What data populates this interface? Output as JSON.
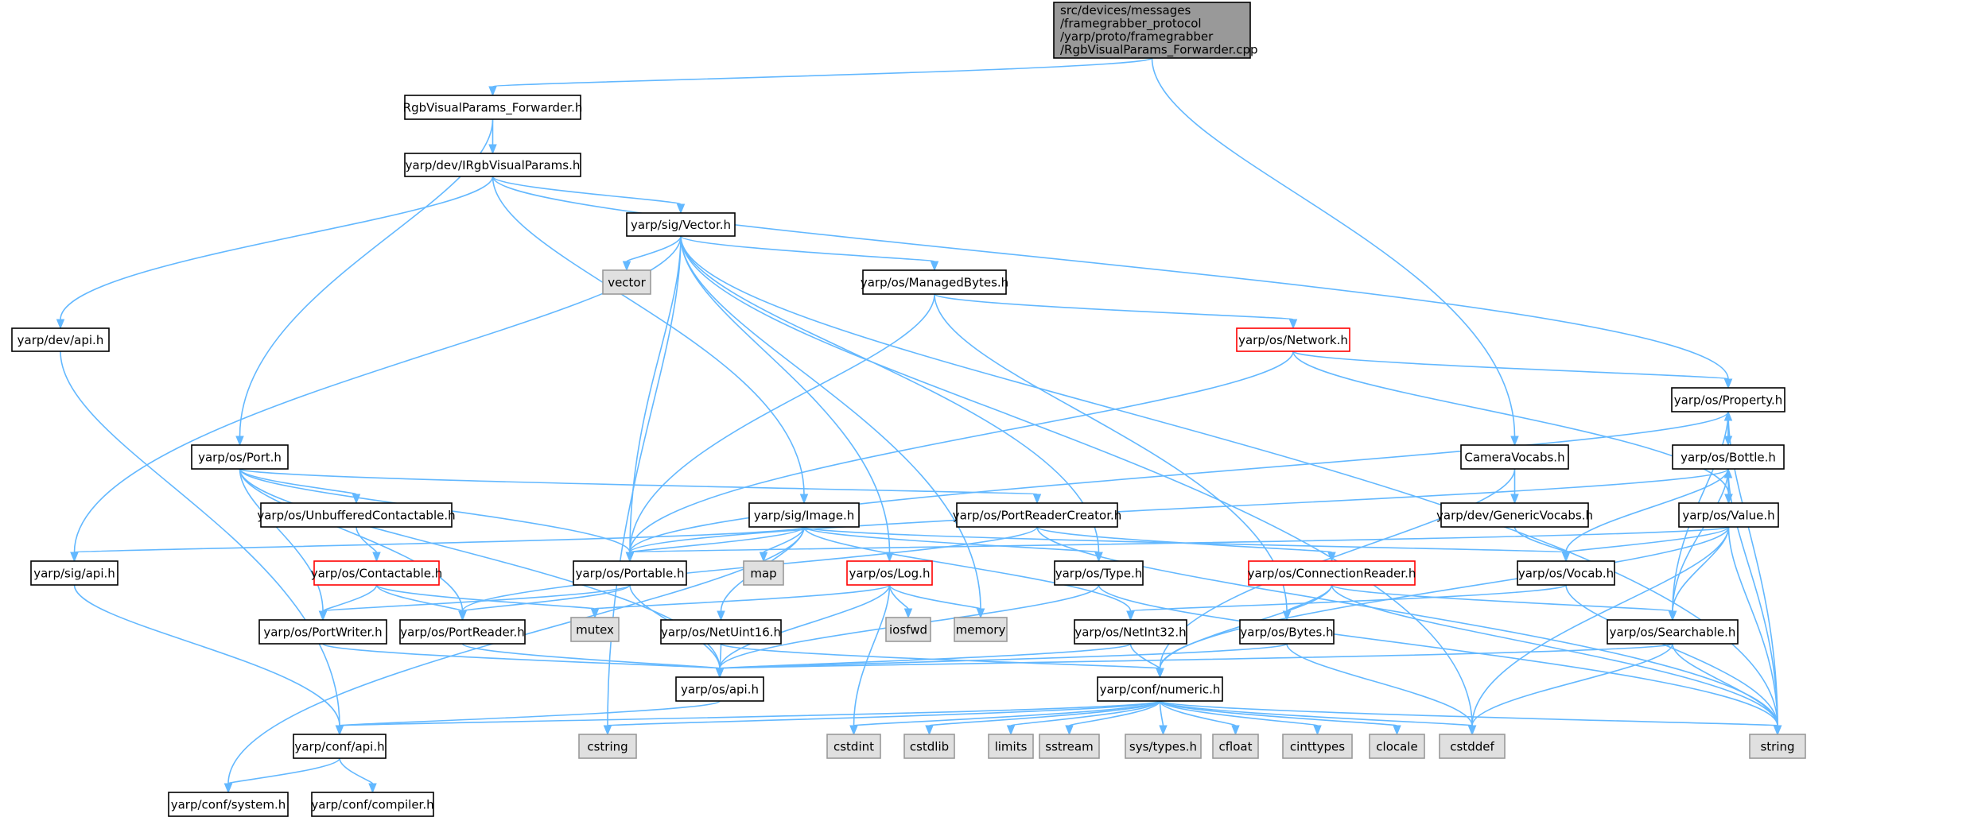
{
  "colors": {
    "edge": "#63b8ff",
    "root_fill": "#999999",
    "node_fill": "#ffffff",
    "node_border": "#000000",
    "system_fill": "#e0e0e0",
    "system_border": "#999999",
    "truncated_border": "#ff0000"
  },
  "nodes": {
    "root": {
      "lines": [
        "src/devices/messages",
        "/framegrabber_protocol",
        "/yarp/proto/framegrabber",
        "/RgbVisualParams_Forwarder.cpp"
      ],
      "kind": "root"
    },
    "fwd_h": {
      "label": "RgbVisualParams_Forwarder.h",
      "kind": "doc"
    },
    "irgb": {
      "label": "yarp/dev/IRgbVisualParams.h",
      "kind": "doc"
    },
    "vector_h": {
      "label": "yarp/sig/Vector.h",
      "kind": "doc"
    },
    "dev_api": {
      "label": "yarp/dev/api.h",
      "kind": "doc"
    },
    "vector": {
      "label": "vector",
      "kind": "sys"
    },
    "managed": {
      "label": "yarp/os/ManagedBytes.h",
      "kind": "doc"
    },
    "network": {
      "label": "yarp/os/Network.h",
      "kind": "trunc"
    },
    "property": {
      "label": "yarp/os/Property.h",
      "kind": "doc"
    },
    "camvocabs": {
      "label": "CameraVocabs.h",
      "kind": "doc"
    },
    "bottle": {
      "label": "yarp/os/Bottle.h",
      "kind": "doc"
    },
    "port": {
      "label": "yarp/os/Port.h",
      "kind": "doc"
    },
    "unbuffered": {
      "label": "yarp/os/UnbufferedContactable.h",
      "kind": "doc"
    },
    "image": {
      "label": "yarp/sig/Image.h",
      "kind": "doc"
    },
    "prcreator": {
      "label": "yarp/os/PortReaderCreator.h",
      "kind": "doc"
    },
    "genvocabs": {
      "label": "yarp/dev/GenericVocabs.h",
      "kind": "doc"
    },
    "value": {
      "label": "yarp/os/Value.h",
      "kind": "doc"
    },
    "sig_api": {
      "label": "yarp/sig/api.h",
      "kind": "doc"
    },
    "contactable": {
      "label": "yarp/os/Contactable.h",
      "kind": "trunc"
    },
    "portable": {
      "label": "yarp/os/Portable.h",
      "kind": "doc"
    },
    "map": {
      "label": "map",
      "kind": "sys"
    },
    "log": {
      "label": "yarp/os/Log.h",
      "kind": "trunc"
    },
    "type": {
      "label": "yarp/os/Type.h",
      "kind": "doc"
    },
    "connreader": {
      "label": "yarp/os/ConnectionReader.h",
      "kind": "trunc"
    },
    "vocab": {
      "label": "yarp/os/Vocab.h",
      "kind": "doc"
    },
    "mutex": {
      "label": "mutex",
      "kind": "sys"
    },
    "iosfwd": {
      "label": "iosfwd",
      "kind": "sys"
    },
    "memory": {
      "label": "memory",
      "kind": "sys"
    },
    "portwriter": {
      "label": "yarp/os/PortWriter.h",
      "kind": "doc"
    },
    "portreader": {
      "label": "yarp/os/PortReader.h",
      "kind": "doc"
    },
    "netuint16": {
      "label": "yarp/os/NetUint16.h",
      "kind": "doc"
    },
    "netint32": {
      "label": "yarp/os/NetInt32.h",
      "kind": "doc"
    },
    "bytes": {
      "label": "yarp/os/Bytes.h",
      "kind": "doc"
    },
    "searchable": {
      "label": "yarp/os/Searchable.h",
      "kind": "doc"
    },
    "os_api": {
      "label": "yarp/os/api.h",
      "kind": "doc"
    },
    "numeric": {
      "label": "yarp/conf/numeric.h",
      "kind": "doc"
    },
    "conf_api": {
      "label": "yarp/conf/api.h",
      "kind": "doc"
    },
    "cstring": {
      "label": "cstring",
      "kind": "sys"
    },
    "cstdint": {
      "label": "cstdint",
      "kind": "sys"
    },
    "cstdlib": {
      "label": "cstdlib",
      "kind": "sys"
    },
    "limits": {
      "label": "limits",
      "kind": "sys"
    },
    "sstream": {
      "label": "sstream",
      "kind": "sys"
    },
    "systypes": {
      "label": "sys/types.h",
      "kind": "sys"
    },
    "cfloat": {
      "label": "cfloat",
      "kind": "sys"
    },
    "cinttypes": {
      "label": "cinttypes",
      "kind": "sys"
    },
    "clocale": {
      "label": "clocale",
      "kind": "sys"
    },
    "cstddef": {
      "label": "cstddef",
      "kind": "sys"
    },
    "string": {
      "label": "string",
      "kind": "sys"
    },
    "system": {
      "label": "yarp/conf/system.h",
      "kind": "doc"
    },
    "compiler": {
      "label": "yarp/conf/compiler.h",
      "kind": "doc"
    }
  },
  "edges": [
    [
      "root",
      "fwd_h"
    ],
    [
      "root",
      "camvocabs"
    ],
    [
      "fwd_h",
      "irgb"
    ],
    [
      "fwd_h",
      "port"
    ],
    [
      "irgb",
      "dev_api"
    ],
    [
      "irgb",
      "vector_h"
    ],
    [
      "irgb",
      "image"
    ],
    [
      "irgb",
      "property"
    ],
    [
      "dev_api",
      "conf_api"
    ],
    [
      "vector_h",
      "vector"
    ],
    [
      "vector_h",
      "managed"
    ],
    [
      "vector_h",
      "portable"
    ],
    [
      "vector_h",
      "sig_api"
    ],
    [
      "vector_h",
      "cstring"
    ],
    [
      "vector_h",
      "log"
    ],
    [
      "vector_h",
      "memory"
    ],
    [
      "vector_h",
      "type"
    ],
    [
      "vector_h",
      "cstddef"
    ],
    [
      "vector_h",
      "string"
    ],
    [
      "managed",
      "network"
    ],
    [
      "managed",
      "portable"
    ],
    [
      "managed",
      "bytes"
    ],
    [
      "network",
      "property"
    ],
    [
      "network",
      "portable"
    ],
    [
      "network",
      "value"
    ],
    [
      "property",
      "bottle"
    ],
    [
      "property",
      "portable"
    ],
    [
      "property",
      "searchable"
    ],
    [
      "property",
      "string"
    ],
    [
      "bottle",
      "property"
    ],
    [
      "bottle",
      "value"
    ],
    [
      "bottle",
      "portable"
    ],
    [
      "bottle",
      "vocab"
    ],
    [
      "bottle",
      "searchable"
    ],
    [
      "bottle",
      "string"
    ],
    [
      "value",
      "bottle"
    ],
    [
      "value",
      "portable"
    ],
    [
      "value",
      "vocab"
    ],
    [
      "value",
      "searchable"
    ],
    [
      "value",
      "numeric"
    ],
    [
      "value",
      "cstddef"
    ],
    [
      "value",
      "string"
    ],
    [
      "camvocabs",
      "genvocabs"
    ],
    [
      "camvocabs",
      "numeric"
    ],
    [
      "genvocabs",
      "vocab"
    ],
    [
      "port",
      "unbuffered"
    ],
    [
      "port",
      "prcreator"
    ],
    [
      "port",
      "portable"
    ],
    [
      "port",
      "portwriter"
    ],
    [
      "port",
      "portreader"
    ],
    [
      "port",
      "os_api"
    ],
    [
      "unbuffered",
      "contactable"
    ],
    [
      "contactable",
      "portwriter"
    ],
    [
      "contactable",
      "portreader"
    ],
    [
      "contactable",
      "mutex"
    ],
    [
      "prcreator",
      "portreader"
    ],
    [
      "prcreator",
      "connreader"
    ],
    [
      "prcreator",
      "string"
    ],
    [
      "image",
      "portable"
    ],
    [
      "image",
      "sig_api"
    ],
    [
      "image",
      "map"
    ],
    [
      "image",
      "type"
    ],
    [
      "image",
      "netuint16"
    ],
    [
      "image",
      "netint32"
    ],
    [
      "image",
      "vocab"
    ],
    [
      "image",
      "system"
    ],
    [
      "sig_api",
      "conf_api"
    ],
    [
      "portable",
      "portwriter"
    ],
    [
      "portable",
      "portreader"
    ],
    [
      "portable",
      "os_api"
    ],
    [
      "log",
      "mutex"
    ],
    [
      "log",
      "iosfwd"
    ],
    [
      "log",
      "memory"
    ],
    [
      "log",
      "os_api"
    ],
    [
      "log",
      "cstdint"
    ],
    [
      "type",
      "os_api"
    ],
    [
      "type",
      "string"
    ],
    [
      "connreader",
      "bytes"
    ],
    [
      "connreader",
      "searchable"
    ],
    [
      "connreader",
      "numeric"
    ],
    [
      "connreader",
      "string"
    ],
    [
      "vocab",
      "netint32"
    ],
    [
      "vocab",
      "string"
    ],
    [
      "portwriter",
      "os_api"
    ],
    [
      "portreader",
      "os_api"
    ],
    [
      "netuint16",
      "os_api"
    ],
    [
      "netuint16",
      "numeric"
    ],
    [
      "netint32",
      "os_api"
    ],
    [
      "netint32",
      "numeric"
    ],
    [
      "bytes",
      "os_api"
    ],
    [
      "bytes",
      "cstddef"
    ],
    [
      "searchable",
      "os_api"
    ],
    [
      "searchable",
      "cstddef"
    ],
    [
      "searchable",
      "string"
    ],
    [
      "os_api",
      "conf_api"
    ],
    [
      "numeric",
      "conf_api"
    ],
    [
      "numeric",
      "cstring"
    ],
    [
      "numeric",
      "cstdint"
    ],
    [
      "numeric",
      "cstdlib"
    ],
    [
      "numeric",
      "limits"
    ],
    [
      "numeric",
      "sstream"
    ],
    [
      "numeric",
      "systypes"
    ],
    [
      "numeric",
      "cfloat"
    ],
    [
      "numeric",
      "cinttypes"
    ],
    [
      "numeric",
      "clocale"
    ],
    [
      "numeric",
      "cstddef"
    ],
    [
      "numeric",
      "string"
    ],
    [
      "conf_api",
      "system"
    ],
    [
      "conf_api",
      "compiler"
    ]
  ]
}
